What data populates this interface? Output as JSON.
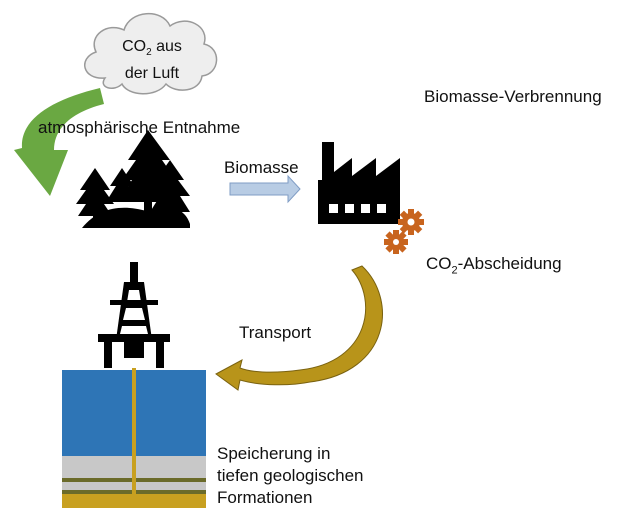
{
  "cloud": {
    "line1_main": "CO",
    "line1_sub": "2",
    "line1_rest": " aus",
    "line2": "der Luft"
  },
  "labels": {
    "atmospheric": "atmosphärische Entnahme",
    "biomass_burning": "Biomasse-Verbrennung",
    "biomass": "Biomasse",
    "capture_main": "CO",
    "capture_sub": "2",
    "capture_rest": "-Abscheidung",
    "transport": "Transport",
    "storage_line1": "Speicherung in",
    "storage_line2": "tiefen geologischen",
    "storage_line3": "Formationen"
  },
  "colors": {
    "green_arrow": "#6aa842",
    "gold_arrow": "#b8941a",
    "gear": "#c8641e",
    "water": "#2e75b6",
    "rock_gray": "#c8c8c8",
    "sediment_green": "#6b6b2a",
    "sediment_gold": "#c8a020",
    "cloud_fill": "#eeeeee",
    "biomass_arrow": "#b8cce4"
  }
}
